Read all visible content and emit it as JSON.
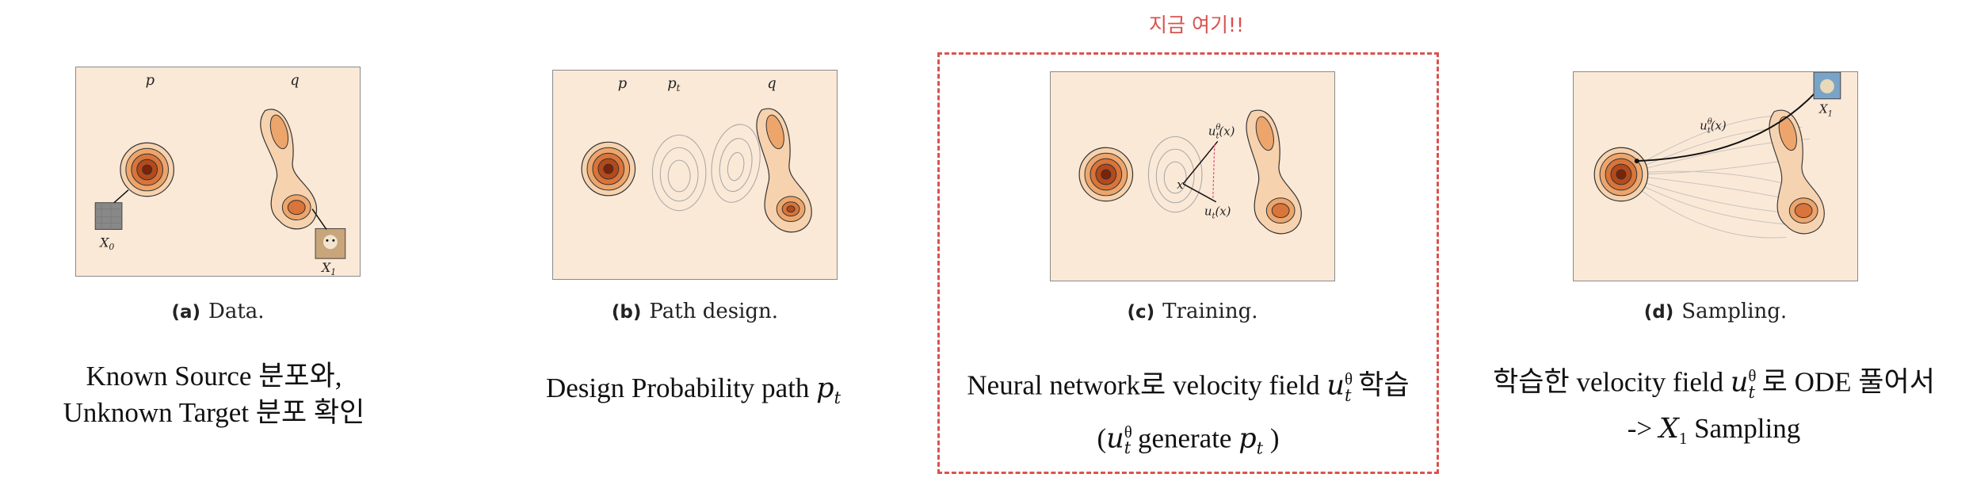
{
  "highlight": {
    "label": "지금 여기!!",
    "color": "#d9534f"
  },
  "panels": [
    {
      "fig_labels": {
        "p": "p",
        "q": "q",
        "x0": "X",
        "x0_sub": "0",
        "x1": "X",
        "x1_sub": "1"
      },
      "caption_letter": "(a)",
      "caption_text": "Data.",
      "desc_line1": "Known Source 분포와,",
      "desc_line2": "Unknown Target 분포 확인"
    },
    {
      "fig_labels": {
        "p": "p",
        "pt": "p",
        "pt_sub": "t",
        "q": "q"
      },
      "caption_letter": "(b)",
      "caption_text": "Path design.",
      "desc_line1": "Design Probability path",
      "desc_var": "p",
      "desc_var_sub": "t"
    },
    {
      "fig_labels": {
        "u_theta": "u",
        "u_theta_sup": "θ",
        "u_theta_sub": "t",
        "u_theta_arg": "(x)",
        "x": "x",
        "u_t": "u",
        "u_t_sub": "t",
        "u_t_arg": "(x)"
      },
      "caption_letter": "(c)",
      "caption_text": "Training.",
      "desc_line1_pre": "Neural network로 velocity field",
      "desc_line1_var": "u",
      "desc_line1_sup": "θ",
      "desc_line1_sub": "t",
      "desc_line1_post": "학습",
      "desc_line2_pre": "(",
      "desc_line2_var": "u",
      "desc_line2_sup": "θ",
      "desc_line2_sub": "t",
      "desc_line2_mid": "generate",
      "desc_line2_var2": "p",
      "desc_line2_var2_sub": "t",
      "desc_line2_post": ")"
    },
    {
      "fig_labels": {
        "u_theta": "u",
        "u_theta_sup": "θ",
        "u_theta_sub": "t",
        "u_theta_arg": "(x)",
        "x1": "X",
        "x1_sub": "1"
      },
      "caption_letter": "(d)",
      "caption_text": "Sampling.",
      "desc_line1_pre": "학습한 velocity field",
      "desc_line1_var": "u",
      "desc_line1_sup": "θ",
      "desc_line1_sub": "t",
      "desc_line1_post": "로 ODE 풀어서",
      "desc_line2_pre": "->",
      "desc_line2_var": "X",
      "desc_line2_sub": "1",
      "desc_line2_post": "Sampling"
    }
  ]
}
